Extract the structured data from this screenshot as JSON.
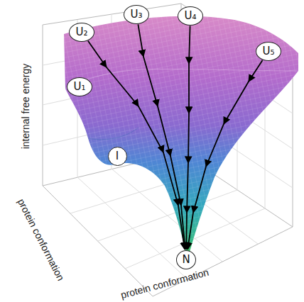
{
  "diagram": {
    "nodes": [
      {
        "text": [
          "U₁"
        ]
      },
      {
        "text": [
          "U₂"
        ]
      },
      {
        "text": [
          "U₃"
        ]
      },
      {
        "text": [
          "U₄"
        ]
      },
      {
        "text": [
          "U₅"
        ]
      },
      {
        "text": [
          "I"
        ]
      },
      {
        "text": [
          "N"
        ]
      }
    ],
    "edges": [
      {
        "from": 1,
        "to": 6,
        "arrow": "to"
      },
      {
        "from": 2,
        "to": 6,
        "arrow": "to"
      },
      {
        "from": 3,
        "to": 6,
        "arrow": "to"
      },
      {
        "from": 4,
        "to": 6,
        "arrow": "to"
      }
    ],
    "labels": [
      "internal free energy",
      "protein conformation",
      "protein conformation"
    ]
  }
}
